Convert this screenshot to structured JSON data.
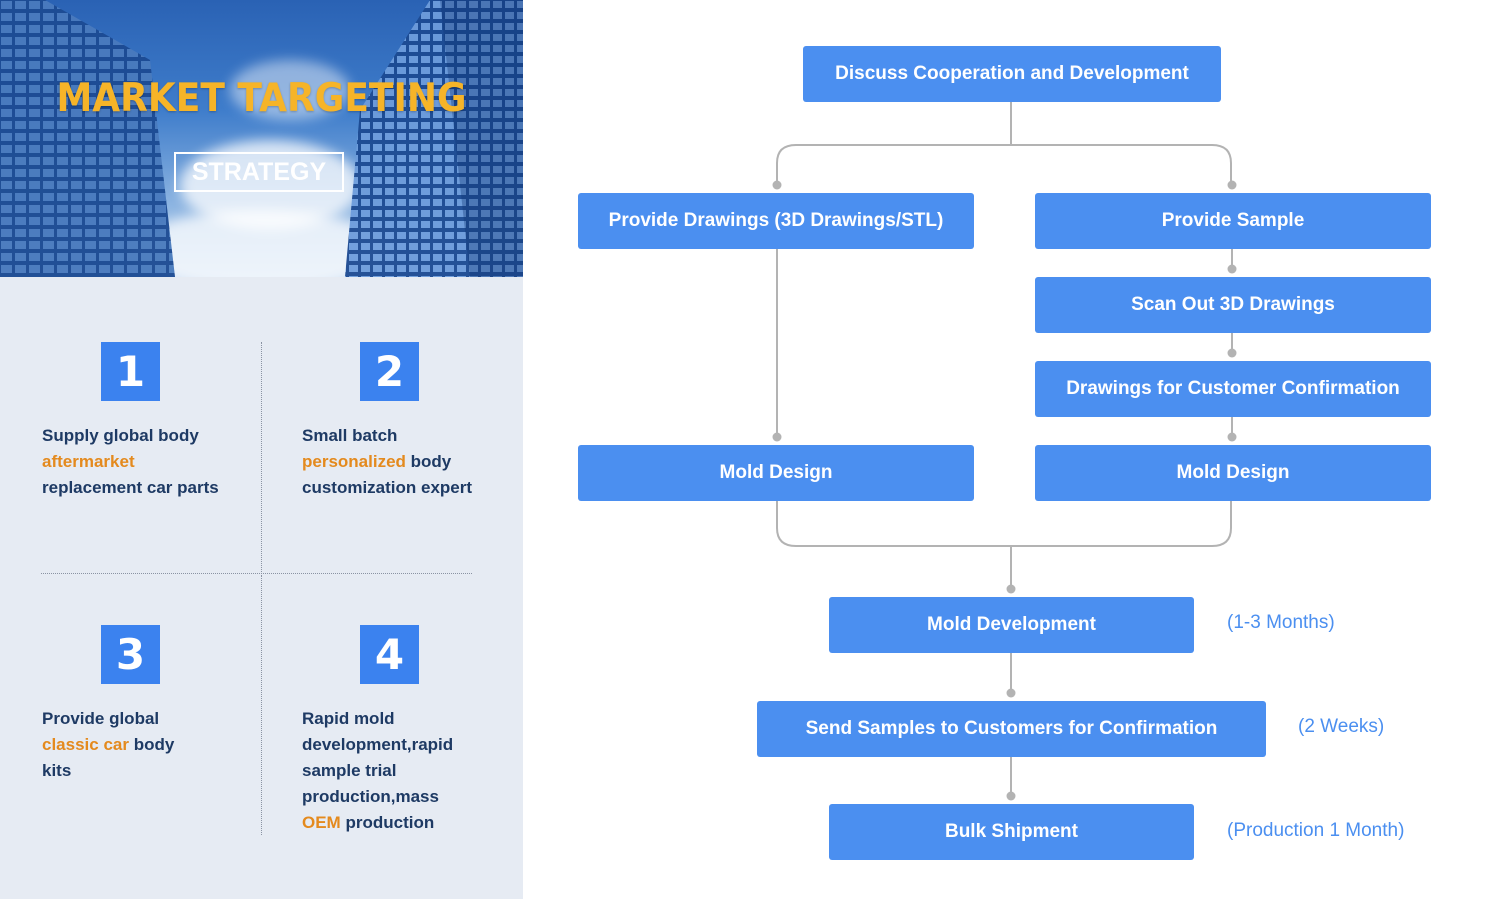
{
  "hero": {
    "title": "MARKET TARGETING",
    "subtitle": "STRATEGY"
  },
  "features": [
    {
      "number": "1",
      "parts": [
        "Supply global body ",
        "aftermarket",
        " replacement car parts"
      ]
    },
    {
      "number": "2",
      "parts": [
        "Small batch ",
        "personalized",
        " body customization expert"
      ]
    },
    {
      "number": "3",
      "parts": [
        "Provide global ",
        "classic car",
        " body kits"
      ]
    },
    {
      "number": "4",
      "parts": [
        "Rapid mold development,rapid sample trial production,mass ",
        "OEM",
        " production"
      ]
    }
  ],
  "flow": {
    "discuss": "Discuss Cooperation and Development",
    "provide_drawings": "Provide Drawings (3D Drawings/STL)",
    "provide_sample": "Provide Sample",
    "scan_out": "Scan Out 3D Drawings",
    "customer_confirm": "Drawings for Customer Confirmation",
    "mold_design_left": "Mold Design",
    "mold_design_right": "Mold Design",
    "mold_development": "Mold Development",
    "send_samples": "Send Samples to Customers for Confirmation",
    "bulk_shipment": "Bulk Shipment"
  },
  "notes": {
    "mold_development": "(1-3 Months)",
    "send_samples": "(2 Weeks)",
    "bulk_shipment": "(Production 1 Month)"
  },
  "colors": {
    "box": "#4b8ff0",
    "highlight": "#e48a1e",
    "title": "#f6b428",
    "connector": "#b3b3b3"
  }
}
